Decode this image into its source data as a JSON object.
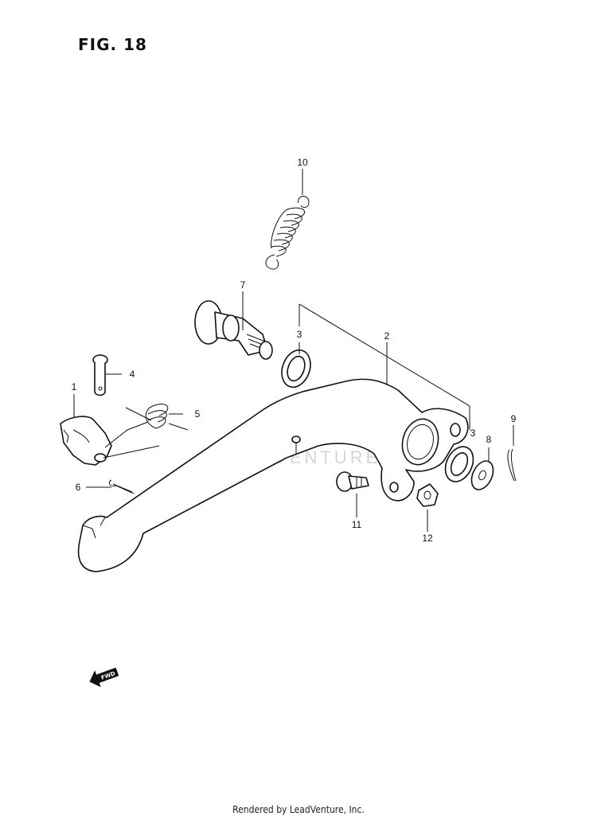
{
  "figure": {
    "title": "FIG. 18"
  },
  "callouts": [
    {
      "id": "1",
      "text": "1"
    },
    {
      "id": "2",
      "text": "2"
    },
    {
      "id": "3a",
      "text": "3"
    },
    {
      "id": "3b",
      "text": "3"
    },
    {
      "id": "4",
      "text": "4"
    },
    {
      "id": "5",
      "text": "5"
    },
    {
      "id": "6",
      "text": "6"
    },
    {
      "id": "7",
      "text": "7"
    },
    {
      "id": "8",
      "text": "8"
    },
    {
      "id": "9",
      "text": "9"
    },
    {
      "id": "10",
      "text": "10"
    },
    {
      "id": "11",
      "text": "11"
    },
    {
      "id": "12",
      "text": "12"
    }
  ],
  "fwd_marker": {
    "text": "FWD"
  },
  "watermark": {
    "text": "LEADVENTURE"
  },
  "footer": {
    "text": "Rendered by LeadVenture, Inc."
  }
}
